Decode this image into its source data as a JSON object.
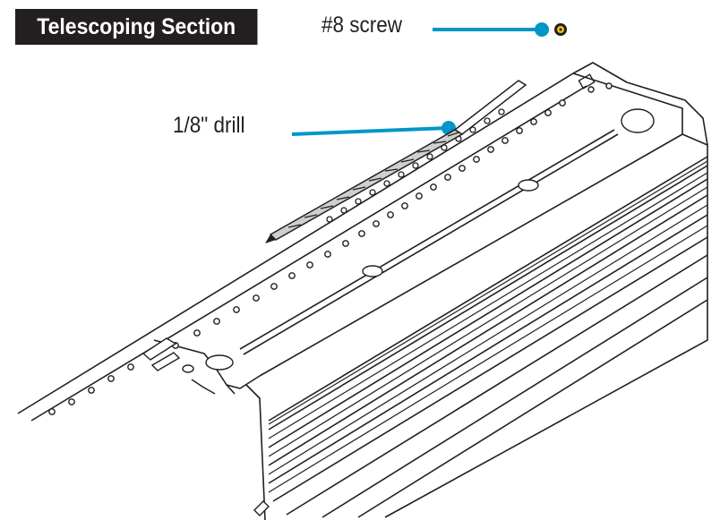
{
  "title": "Telescoping Section",
  "callouts": {
    "screw": "#8 screw",
    "drill": "1/8\" drill"
  },
  "colors": {
    "accent": "#0096c8",
    "screw_head": "#f2c21a",
    "ink": "#231f20",
    "background": "#ffffff"
  }
}
